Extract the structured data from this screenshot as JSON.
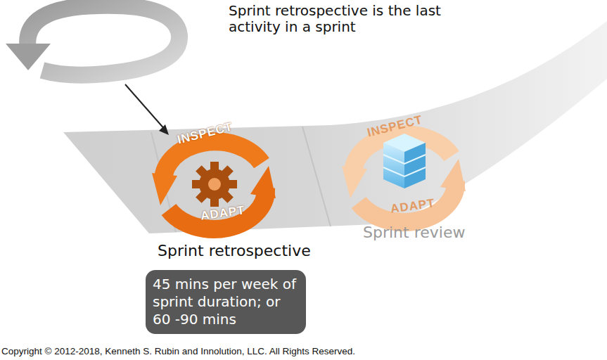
{
  "diagram": {
    "nodes": [
      {
        "text": [
          "45 mins per week of sprint duration; or 60 -90 mins"
        ]
      }
    ],
    "labels": [
      "Sprint retrospective is the last activity in a sprint",
      "INSPECT",
      "ADAPT",
      "Sprint retrospective",
      "INSPECT",
      "ADAPT",
      "Sprint review",
      "Copyright © 2012-2018, Kenneth S. Rubin and Innolution, LLC. All Rights Reserved."
    ]
  }
}
